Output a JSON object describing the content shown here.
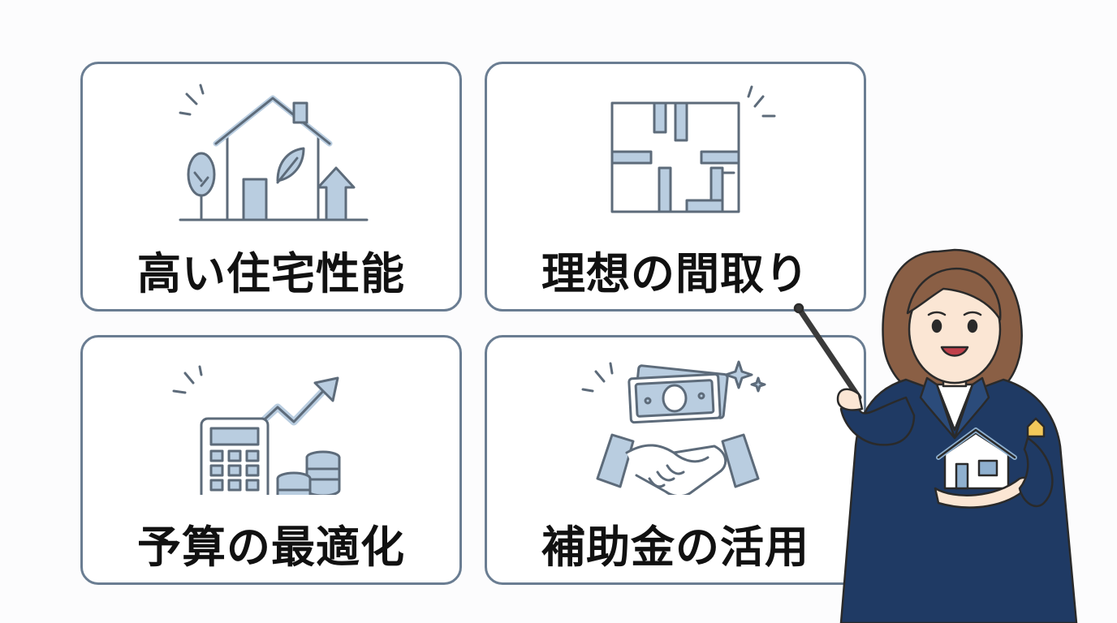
{
  "cards": [
    {
      "label": "高い住宅性能",
      "icon": "eco-house-icon"
    },
    {
      "label": "理想の間取り",
      "icon": "floor-plan-icon"
    },
    {
      "label": "予算の最適化",
      "icon": "calculator-coins-icon"
    },
    {
      "label": "補助金の活用",
      "icon": "money-handshake-icon"
    }
  ],
  "colors": {
    "border": "#6a7d92",
    "icon_fill": "#b9cde0",
    "icon_stroke": "#5d6b7a",
    "suit": "#1f3a64",
    "hair": "#8a5f45"
  }
}
